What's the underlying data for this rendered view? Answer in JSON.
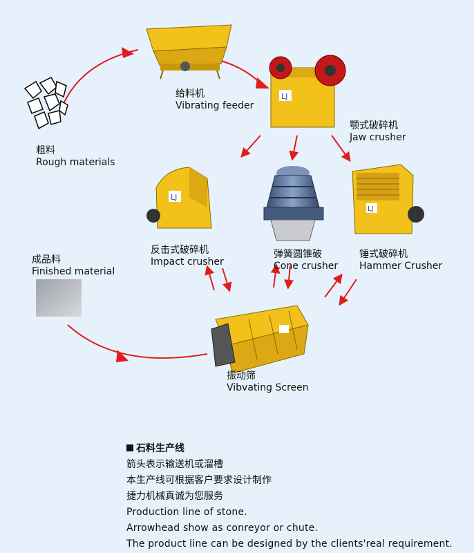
{
  "nodes": {
    "rough": {
      "cn": "粗料",
      "en": "Rough materials"
    },
    "feeder": {
      "cn": "给料机",
      "en": "Vibrating feeder"
    },
    "jaw": {
      "cn": "颚式破碎机",
      "en": "Jaw crusher"
    },
    "impact": {
      "cn": "反击式破碎机",
      "en": "Impact crusher"
    },
    "cone": {
      "cn": "弹簧圆锥破",
      "en": "Cone crusher"
    },
    "hammer": {
      "cn": "锤式破碎机",
      "en": "Hammer Crusher"
    },
    "finished": {
      "cn": "成品料",
      "en": "Finished material"
    },
    "screen": {
      "cn": "振动筛",
      "en": "Vibvating Screen"
    }
  },
  "notes": {
    "title": "石料生产线",
    "line1": "箭头表示输送机或溜槽",
    "line2": "本生产线可根据客户要求设计制作",
    "line3": "捷力机械真诚为您服务",
    "line4": "Production line of stone.",
    "line5": "Arrowhead show as conreyor or chute.",
    "line6": "The product line can be designed by the clients'real requirement."
  },
  "colors": {
    "arrow": "#e11c1c",
    "machine": "#f2c21a",
    "machine_dark": "#c8970a",
    "logo": "#2457a6",
    "background": "#e6f1fb"
  }
}
